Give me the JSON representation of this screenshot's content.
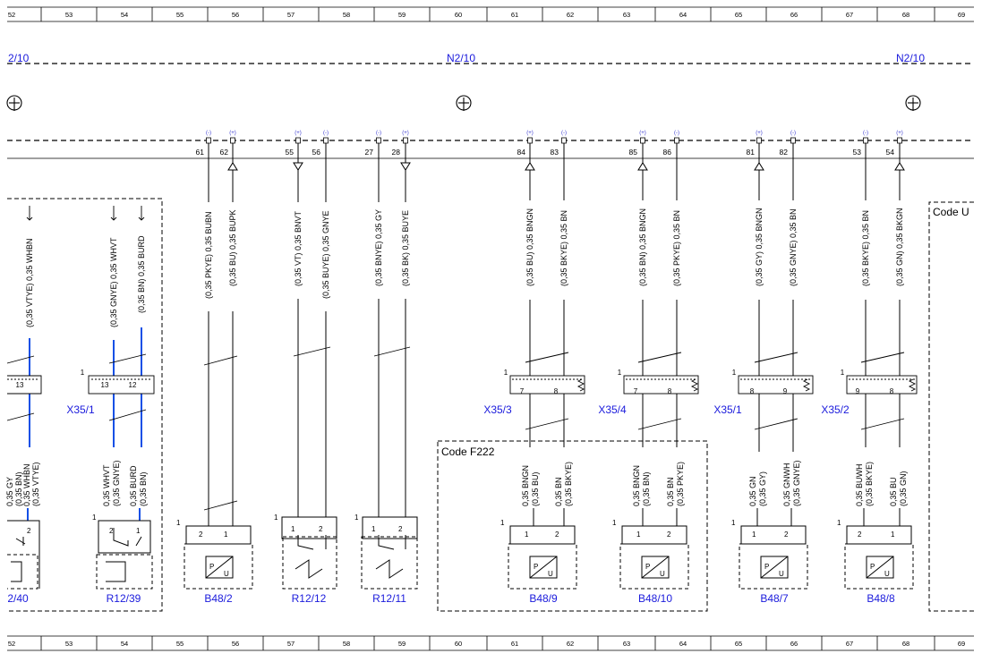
{
  "colors": {
    "ink": "#000000",
    "link": "#1a1adc",
    "wire_blue": "#1450e6",
    "pin_sign": "#3a3ad0"
  },
  "grid_numbers": [
    "52",
    "53",
    "54",
    "55",
    "56",
    "57",
    "58",
    "59",
    "60",
    "61",
    "62",
    "63",
    "64",
    "65",
    "66",
    "67",
    "68",
    "69"
  ],
  "modules": {
    "left": "2/10",
    "center": "N2/10",
    "right": "N2/10"
  },
  "code_labels": {
    "f222": "Code F222",
    "u": "Code U"
  },
  "connector_pins": {
    "p61": "61",
    "p62": "62",
    "p55": "55",
    "p56": "56",
    "p27": "27",
    "p28": "28",
    "p84": "84",
    "p83": "83",
    "p85": "85",
    "p86": "86",
    "p81": "81",
    "p82": "82",
    "p53": "53",
    "p54": "54"
  },
  "pin_signs": {
    "minus": "(-)",
    "plus": "(+)"
  },
  "top_wires": {
    "w1a": "(0,35 VTYE) 0,35 WHBN",
    "w2a": "(0,35 GNYE) 0,35 WHVT",
    "w2b": "(0,35 BN) 0,35 BURD",
    "b48_2a": "(0,35 PKYE) 0,35 BUBN",
    "b48_2b": "(0,35 BU) 0,35 BUPK",
    "r12_12a": "(0,35 VT) 0,35 BNVT",
    "r12_12b": "(0,35 BUYE) 0,35 GNYE",
    "r12_11a": "(0,35 BNYE) 0,35 GY",
    "r12_11b": "(0,35 BK) 0,35 BUYE",
    "b48_9a": "(0,35 BU) 0,35 BNGN",
    "b48_9b": "(0,35 BKYE) 0,35 BN",
    "b48_10a": "(0,35 BN) 0,35 BNGN",
    "b48_10b": "(0,35 PKYE) 0,35 BN",
    "b48_7a": "(0,35 GY) 0,35 BNGN",
    "b48_7b": "(0,35 GNYE) 0,35 BN",
    "b48_8a": "(0,35 BKYE) 0,35 BN",
    "b48_8b": "(0,35 GN) 0,35 BKGN"
  },
  "bottom_wires": {
    "w1a_l1": "0,35 GY",
    "w1a_l2": "(0,35 BN)",
    "w1b_l1": "0,35 WHBN",
    "w1b_l2": "(0,35 VTYE)",
    "w2a_l1": "0,35 WHVT",
    "w2a_l2": "(0,35 GNYE)",
    "w2b_l1": "0,35 BURD",
    "w2b_l2": "(0,35 BN)",
    "b9a_l1": "0,35 BNGN",
    "b9a_l2": "(0,35 BU)",
    "b9b_l1": "0,35 BN",
    "b9b_l2": "(0,35 BKYE)",
    "b10a_l1": "0,35 BNGN",
    "b10a_l2": "(0,35 BN)",
    "b10b_l1": "0,35 BN",
    "b10b_l2": "(0,35 PKYE)",
    "b7a_l1": "0,35 GN",
    "b7a_l2": "(0,35 GY)",
    "b7b_l1": "0,35 GNWH",
    "b7b_l2": "(0,35 GNYE)",
    "b8a_l1": "0,35 BUWH",
    "b8a_l2": "(0,35 BKYE)",
    "b8b_l1": "0,35 BU",
    "b8b_l2": "(0,35 GN)"
  },
  "connectors": {
    "x35_1_left": "X35/1",
    "x35_3": "X35/3",
    "x35_4": "X35/4",
    "x35_1_right": "X35/1",
    "x35_2": "X35/2",
    "pins": {
      "l13": "13",
      "c13": "13",
      "c12": "12",
      "x3_7": "7",
      "x3_8": "8",
      "x4_7": "7",
      "x4_8": "8",
      "x1_8": "8",
      "x1_9": "9",
      "x2_9": "9",
      "x2_8": "8",
      "one": "1"
    }
  },
  "components": {
    "r12_40": "2/40",
    "r12_39": "R12/39",
    "b48_2": "B48/2",
    "r12_12": "R12/12",
    "r12_11": "R12/11",
    "b48_9": "B48/9",
    "b48_10": "B48/10",
    "b48_7": "B48/7",
    "b48_8": "B48/8",
    "sensor_p": "P",
    "sensor_u": "U",
    "pin1": "1",
    "pin2": "2"
  }
}
